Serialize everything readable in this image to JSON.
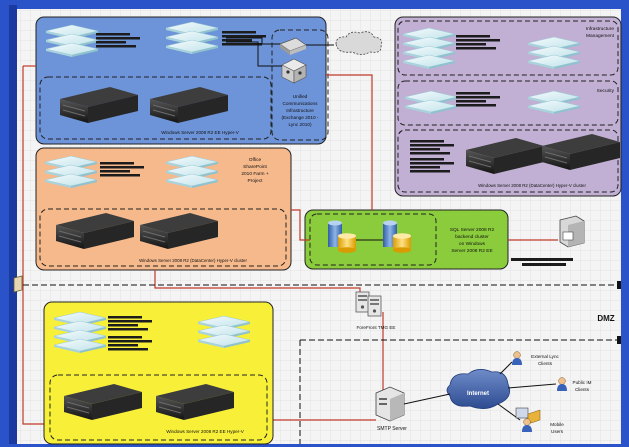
{
  "texts": {
    "infra_mgmt": [
      "Infrastructure",
      "Management"
    ],
    "security": "Security",
    "uc_infra": [
      "Unified",
      "Communications",
      "Infrastructure",
      "(Exchange 2010 -",
      "Lync 2010)"
    ],
    "blue_hyperv": "Windows Server 2008 R2 EE Hyper-V",
    "purple_hyperv": "Windows Server 2008 R2 (DataCenter) Hyper-V cluster",
    "office_farm": [
      "Office",
      "SharePoint",
      "2010 Farm +",
      "Project"
    ],
    "orange_hyperv": "Windows Server 2008 R2 (DataCenter) Hyper-V cluster",
    "sql_cluster": [
      "SQL Server 2008 R2",
      "backend cluster",
      "on Windows",
      "Server 2008 R2 EE"
    ],
    "dmz": "DMZ",
    "forefront": "ForeFront TMG EE",
    "yellow_hyperv": "Windows Server 2008 R2 EE Hyper-V",
    "internet": "Internet",
    "smtp": "SMTP Server",
    "external_lync": [
      "External Lync",
      "Clients"
    ],
    "public_im": [
      "Public IM",
      "Clients"
    ],
    "mobile_users": [
      "Mobile",
      "Users"
    ]
  },
  "colors": {
    "background": "#2a52c9",
    "grid_paper": "#f4f4f4",
    "blue_zone": "#6d93d8",
    "purple_zone": "#c1b0d3",
    "orange_zone": "#f6b98c",
    "green_zone": "#8acc3c",
    "yellow_zone": "#f8f038",
    "connector_red": "#c0392b"
  },
  "icons": [
    "server-icon",
    "cloud-icon",
    "database-icon",
    "firewall-icon",
    "user-icon",
    "stack-icon"
  ]
}
